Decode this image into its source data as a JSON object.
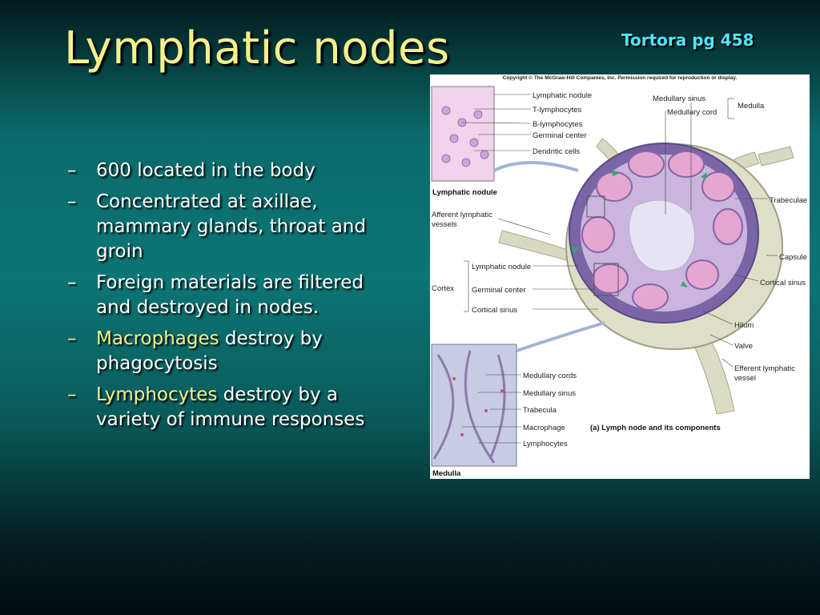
{
  "slide": {
    "title": "Lymphatic nodes",
    "reference": "Tortora  pg 458",
    "bullets": [
      {
        "dash": "–",
        "parts": [
          {
            "text": "600 located in the body",
            "highlight": false
          }
        ]
      },
      {
        "dash": "–",
        "parts": [
          {
            "text": "Concentrated at axillae, mammary glands,  throat and groin",
            "highlight": false
          }
        ]
      },
      {
        "dash": "–",
        "parts": [
          {
            "text": "Foreign materials are filtered and destroyed in nodes.",
            "highlight": false
          }
        ]
      },
      {
        "dash": "–",
        "parts": [
          {
            "text": "Macrophages",
            "highlight": true
          },
          {
            "text": " destroy by phagocytosis",
            "highlight": false
          }
        ]
      },
      {
        "dash": "–",
        "parts": [
          {
            "text": "Lymphocytes",
            "highlight": true
          },
          {
            "text": " destroy by a variety of immune responses",
            "highlight": false
          }
        ]
      }
    ]
  },
  "colors": {
    "title": "#f6f08a",
    "reference": "#4fe6ff",
    "highlight": "#f6f08a",
    "body_text": "#ffffff"
  },
  "figure": {
    "copyright": "Copyright © The McGraw-Hill Companies, Inc. Permission required for reproduction or display.",
    "inset_top_labels": [
      "Lymphatic nodule",
      "T-lymphocytes",
      "B-lymphocytes",
      "Germinal center",
      "Dendritic cells"
    ],
    "inset_top_caption": "Lymphatic nodule",
    "right_labels": {
      "medullary_sinus": "Medullary sinus",
      "medullary_cord": "Medullary cord",
      "medulla": "Medulla",
      "trabeculae": "Trabeculae",
      "capsule": "Capsule",
      "cortical_sinus": "Cortical sinus",
      "hilum": "Hilum",
      "valve": "Valve",
      "efferent_1": "Efferent lymphatic",
      "efferent_2": "vessel"
    },
    "left_labels": {
      "afferent_1": "Afferent lymphatic",
      "afferent_2": "vessels",
      "cortex": "Cortex",
      "lymphatic_nodule": "Lymphatic nodule",
      "germinal_center": "Germinal center",
      "cortical_sinus": "Cortical sinus"
    },
    "inset_bottom_labels": [
      "Medullary cords",
      "Medullary sinus",
      "Trabecula",
      "Macrophage",
      "Lymphocytes"
    ],
    "inset_bottom_caption": "Medulla",
    "caption": "(a) Lymph node and its components"
  }
}
